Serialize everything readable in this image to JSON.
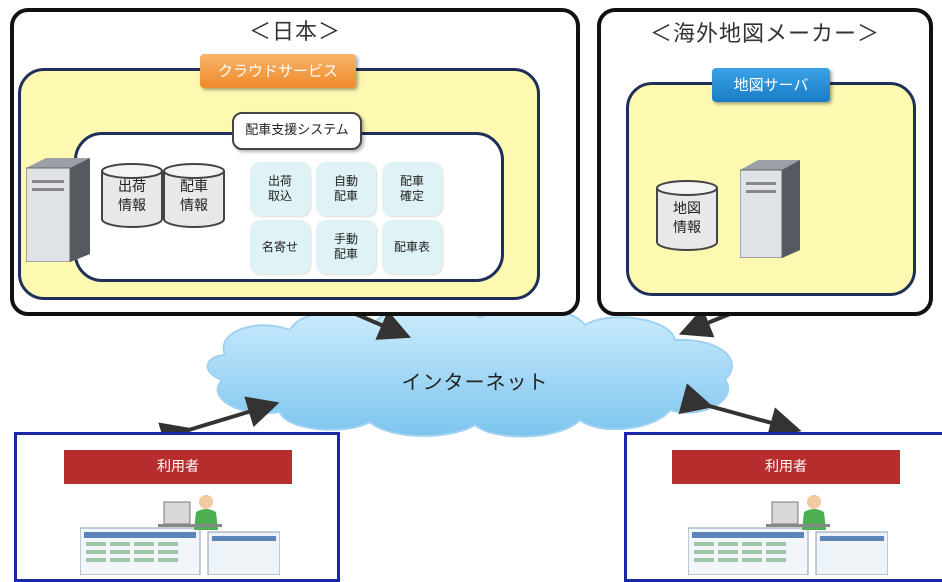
{
  "japan": {
    "title": "＜日本＞",
    "cloud_service_label": "クラウドサービス",
    "system_label": "配車支援システム",
    "databases": [
      "出荷\n情報",
      "配車\n情報"
    ],
    "functions": [
      "出荷\n取込",
      "自動\n配車",
      "配車\n確定",
      "名寄せ",
      "手動\n配車",
      "配車表"
    ]
  },
  "overseas": {
    "title": "＜海外地図メーカー＞",
    "map_server_label": "地図サーバ",
    "database": "地図\n情報"
  },
  "internet_label": "インターネット",
  "users": [
    {
      "label": "利用者"
    },
    {
      "label": "利用者"
    }
  ]
}
